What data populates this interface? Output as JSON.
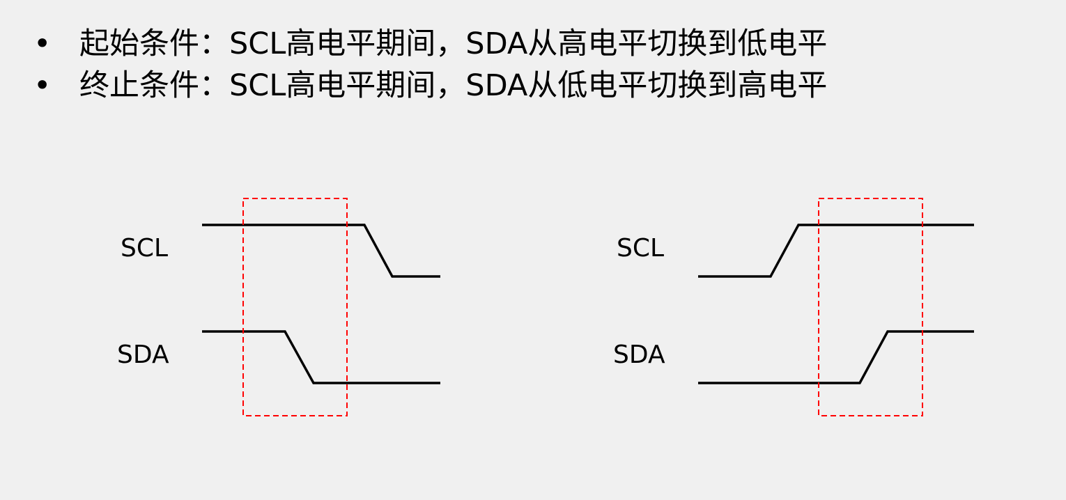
{
  "bullets": [
    {
      "marker": "•",
      "text": "起始条件：SCL高电平期间，SDA从高电平切换到低电平"
    },
    {
      "marker": "•",
      "text": "终止条件：SCL高电平期间，SDA从低电平切换到高电平"
    }
  ],
  "diagrams": {
    "start": {
      "scl_label": "SCL",
      "sda_label": "SDA"
    },
    "stop": {
      "scl_label": "SCL",
      "sda_label": "SDA"
    }
  },
  "colors": {
    "signal": "#000000",
    "highlight_box": "#ff0000",
    "background": "#f0f0f0"
  }
}
